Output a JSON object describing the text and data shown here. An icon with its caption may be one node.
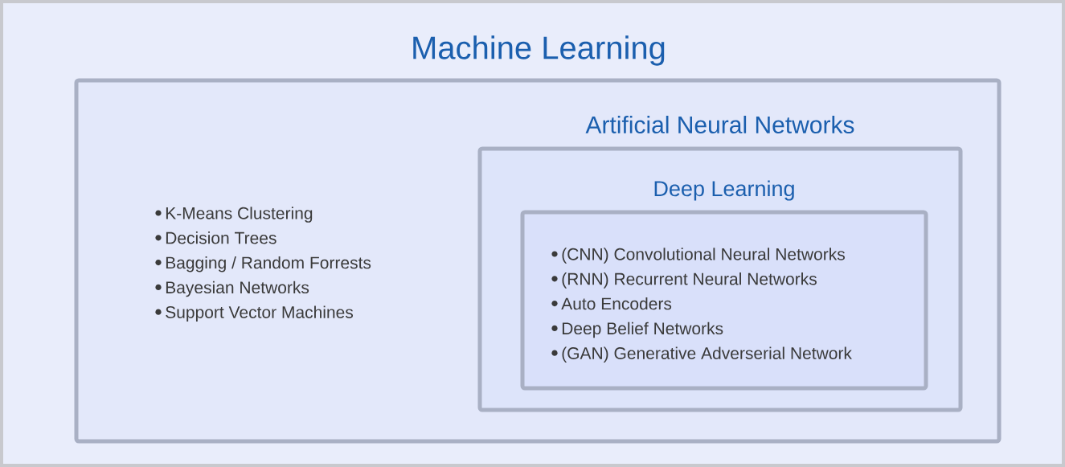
{
  "diagram": {
    "nodes": [
      {
        "text": [
          "Machine Learning",
          "K-Means Clustering",
          "Decision Trees",
          "Bagging / Random Forrests",
          "Bayesian Networks",
          "Support Vector Machines"
        ]
      },
      {
        "text": [
          "Artificial Neural Networks"
        ],
        "in": 0
      },
      {
        "text": [
          "Deep Learning",
          "(CNN) Convolutional Neural Networks",
          "(RNN) Recurrent Neural Networks",
          "Auto Encoders",
          "Deep Belief Networks",
          "(GAN) Generative Adverserial Network"
        ],
        "in": 1
      }
    ]
  }
}
